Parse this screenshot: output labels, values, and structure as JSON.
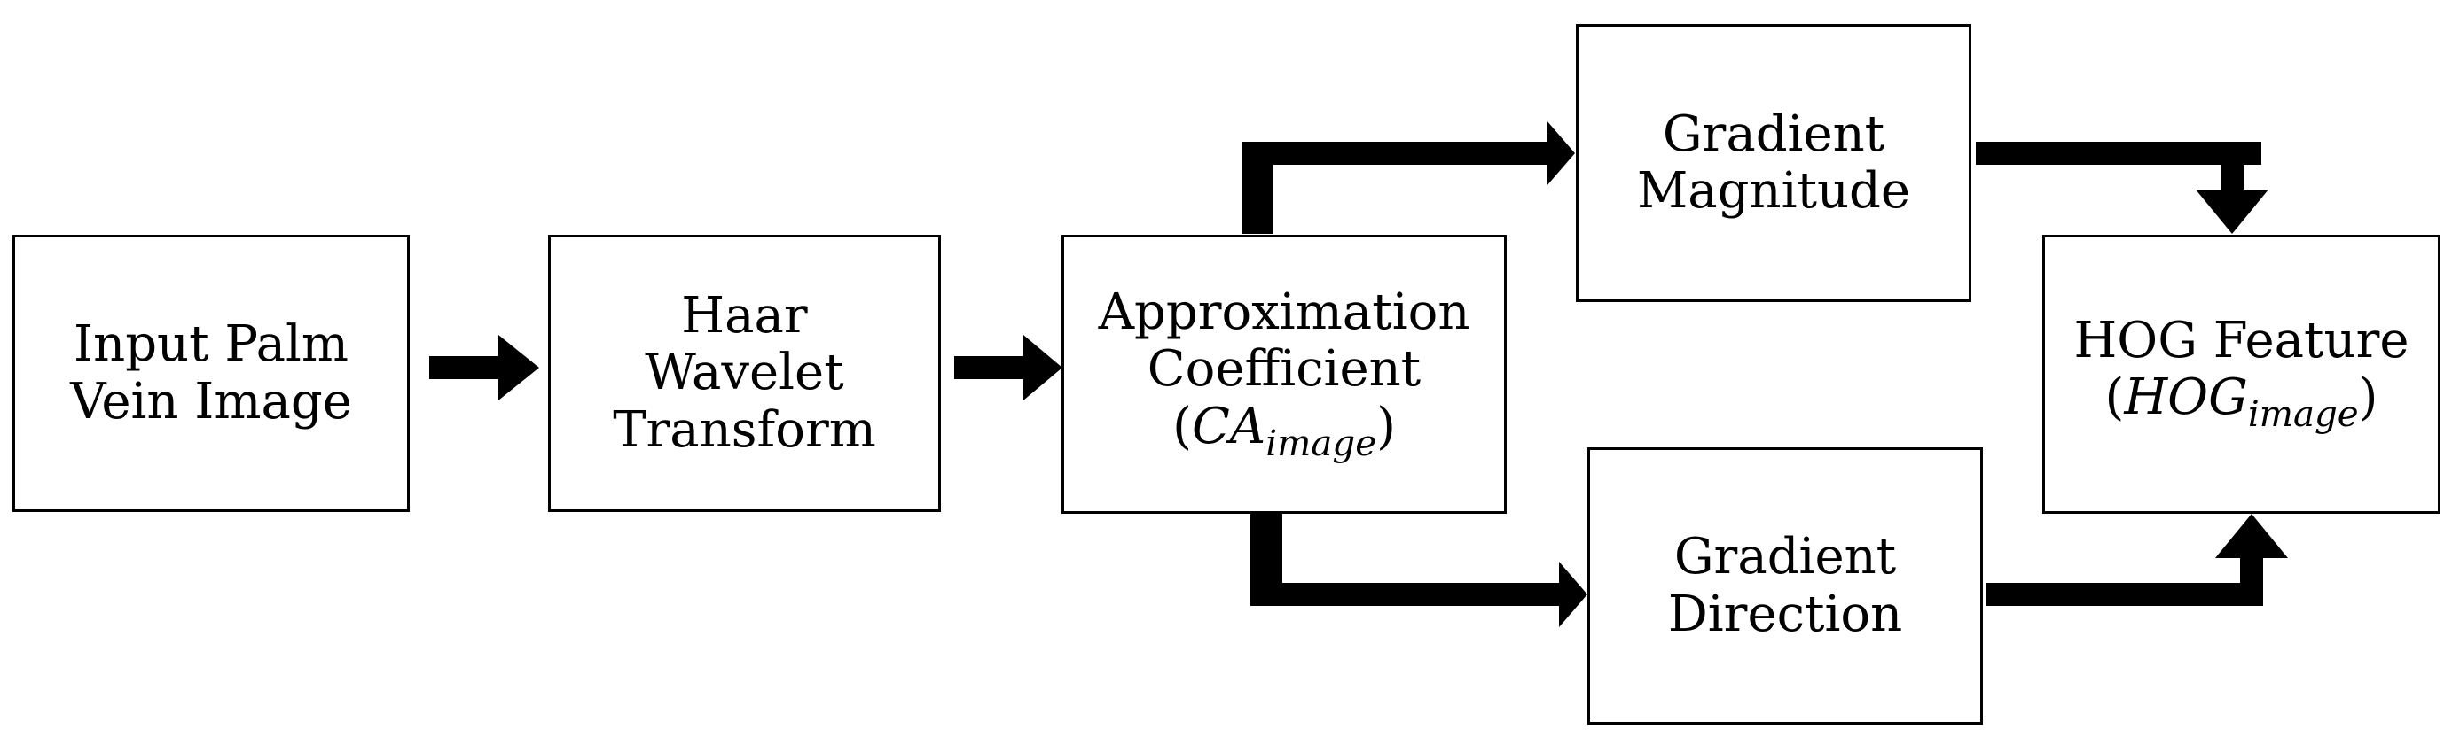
{
  "diagram": {
    "nodes": {
      "input": {
        "lines": [
          "Input Palm",
          "Vein Image"
        ]
      },
      "haar": {
        "lines": [
          "Haar",
          "Wavelet",
          "Transform"
        ]
      },
      "approx": {
        "lines": [
          "Approximation",
          "Coefficient"
        ],
        "math_base": "CA",
        "math_sub": "image"
      },
      "grad_mag": {
        "lines": [
          "Gradient",
          "Magnitude"
        ]
      },
      "grad_dir": {
        "lines": [
          "Gradient",
          "Direction"
        ]
      },
      "hog": {
        "lines": [
          "HOG Feature"
        ],
        "math_base": "HOG",
        "math_sub": "image"
      }
    },
    "edges": [
      {
        "from": "input",
        "to": "haar"
      },
      {
        "from": "haar",
        "to": "approx"
      },
      {
        "from": "approx",
        "to": "grad_mag"
      },
      {
        "from": "approx",
        "to": "grad_dir"
      },
      {
        "from": "grad_mag",
        "to": "hog"
      },
      {
        "from": "grad_dir",
        "to": "hog"
      }
    ]
  }
}
